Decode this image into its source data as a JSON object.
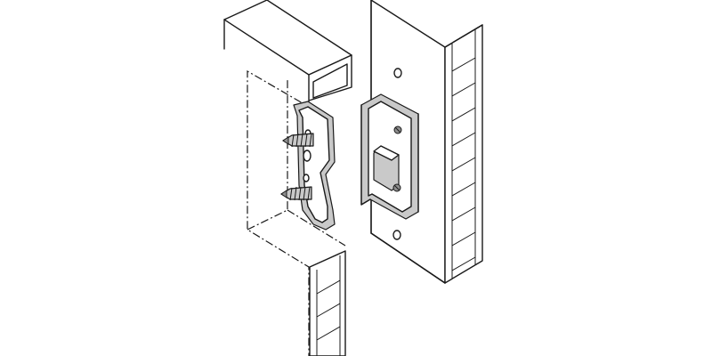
{
  "figure": {
    "kind": "exploded assembly illustration",
    "colors": {
      "line": "#1a1a1a",
      "background": "#ffffff",
      "part_shade": "#c9c9c9",
      "dark_shade": "#8e8e8e"
    },
    "parts": [
      "cabinet-side-panel",
      "frame-panel",
      "hook-bracket",
      "mounting-plate",
      "wood-screw",
      "wood-screw"
    ]
  }
}
